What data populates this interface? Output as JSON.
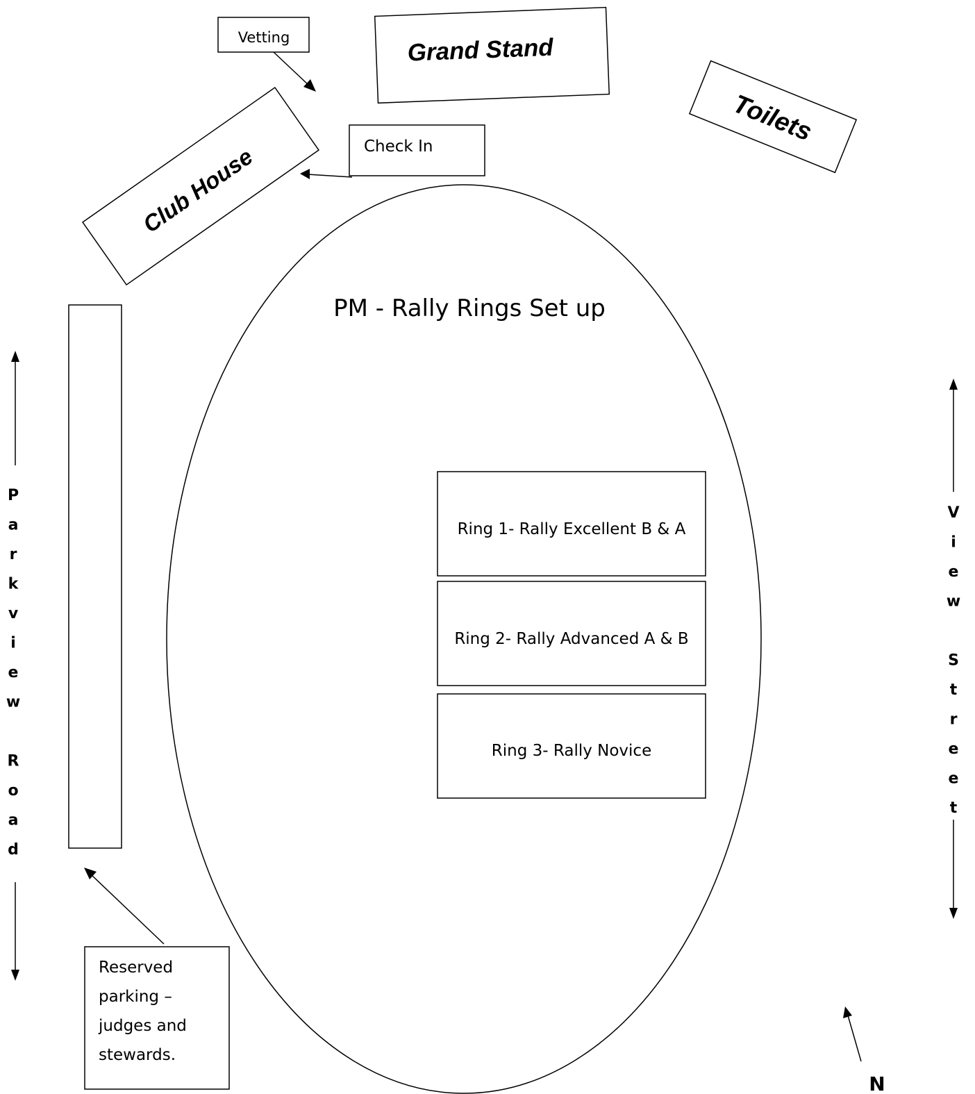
{
  "title": "PM - Rally Rings Set up",
  "buildings": {
    "grand_stand": "Grand Stand",
    "toilets": "Toilets",
    "club_house": "Club House"
  },
  "labels": {
    "vetting": "Vetting",
    "check_in": "Check In",
    "reserved_parking": [
      "Reserved",
      "parking –",
      "judges and",
      "stewards."
    ]
  },
  "rings": [
    "Ring 1- Rally Excellent B & A",
    "Ring 2- Rally Advanced A & B",
    "Ring 3- Rally Novice"
  ],
  "roads": {
    "left": [
      "P",
      "a",
      "r",
      "k",
      "v",
      "i",
      "e",
      "w",
      "",
      "R",
      "o",
      "a",
      "d"
    ],
    "right": [
      "V",
      "i",
      "e",
      "w",
      "",
      "S",
      "t",
      "r",
      "e",
      "e",
      "t"
    ]
  },
  "north": "N"
}
